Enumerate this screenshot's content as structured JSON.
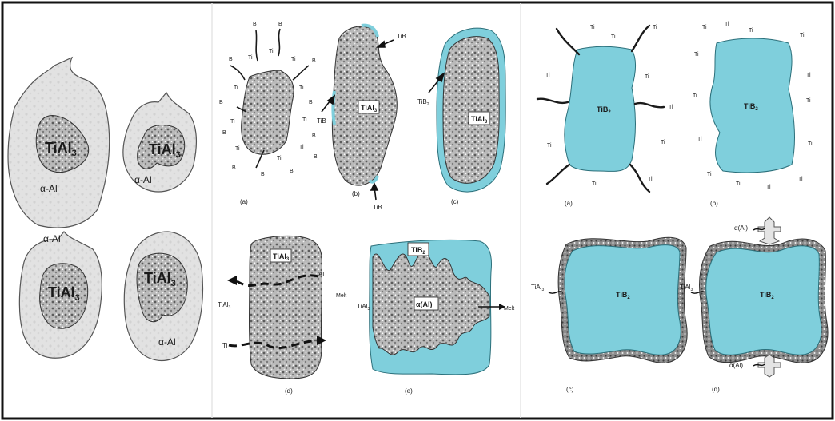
{
  "panel1": {
    "grains": [
      {
        "core": "TiAl",
        "sub": "3",
        "matrix": "α-Al"
      },
      {
        "core": "TiAl",
        "sub": "3",
        "matrix": "α-Al"
      },
      {
        "core": "TiAl",
        "sub": "3",
        "matrix": "α-Al"
      },
      {
        "core": "TiAl",
        "sub": "3",
        "matrix": "α-Al"
      }
    ]
  },
  "panel2": {
    "a": {
      "caption": "(a)",
      "ti": "Ti",
      "b": "B"
    },
    "b": {
      "caption": "(b)",
      "core": "TiAl",
      "sub": "3",
      "tib_top": "TiB",
      "tib_left": "TiB",
      "tib_bottom": "TiB"
    },
    "c": {
      "caption": "(c)",
      "core": "TiAl",
      "sub": "3",
      "shell": "TiB",
      "shell_sub": "2"
    },
    "d": {
      "caption": "(d)",
      "core": "TiAl",
      "sub": "3",
      "al": "Al",
      "ti": "Ti",
      "left": "TiAl",
      "left_sub": "3",
      "melt": "Melt"
    },
    "e": {
      "caption": "(e)",
      "top": "TiB",
      "top_sub": "2",
      "center": "α(Al)",
      "left": "TiAl",
      "left_sub": "3",
      "melt": "Melt"
    }
  },
  "panel3": {
    "a": {
      "caption": "(a)",
      "core": "TiB",
      "sub": "2",
      "ti": "Ti"
    },
    "b": {
      "caption": "(b)",
      "core": "TiB",
      "sub": "2",
      "ti": "Ti"
    },
    "c": {
      "caption": "(c)",
      "core": "TiB",
      "sub": "2",
      "shell": "TiAl",
      "shell_sub": "3"
    },
    "d": {
      "caption": "(d)",
      "core": "TiB",
      "sub": "2",
      "shell": "TiAl",
      "shell_sub": "3",
      "alpha": "α(Al)"
    }
  }
}
